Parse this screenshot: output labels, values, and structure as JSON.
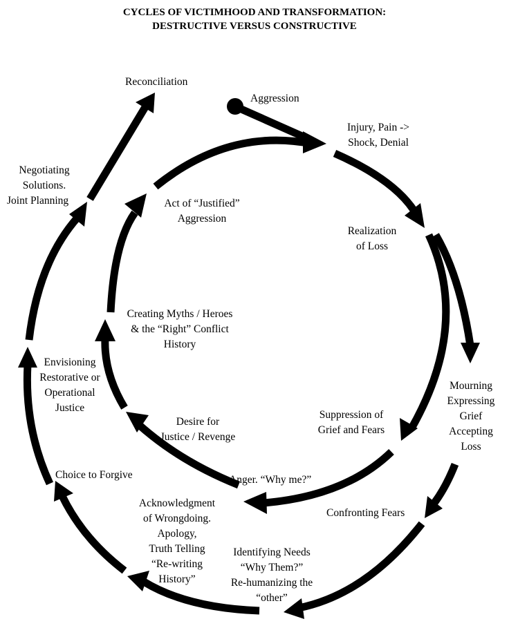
{
  "title": {
    "line1": "CYCLES OF VICTIMHOOD AND TRANSFORMATION:",
    "line2": "DESTRUCTIVE VERSUS CONSTRUCTIVE"
  },
  "nodes": {
    "aggression": "Aggression",
    "injury_1": "Injury, Pain ->",
    "injury_2": "Shock, Denial",
    "realization_1": "Realization",
    "realization_2": "of Loss",
    "mourning_1": "Mourning",
    "mourning_2": "Expressing",
    "mourning_3": "Grief",
    "mourning_4": "Accepting",
    "mourning_5": "Loss",
    "confronting": "Confronting Fears",
    "needs_1": "Identifying Needs",
    "needs_2": "“Why Them?”",
    "needs_3": "Re-humanizing the",
    "needs_4": "“other”",
    "acknowledgment_1": "Acknowledgment",
    "acknowledgment_2": "of Wrongdoing.",
    "acknowledgment_3": "Apology,",
    "acknowledgment_4": "Truth Telling",
    "acknowledgment_5": "“Re-writing",
    "acknowledgment_6": "History”",
    "forgive": "Choice to Forgive",
    "envision_1": "Envisioning",
    "envision_2": "Restorative or",
    "envision_3": "Operational",
    "envision_4": "Justice",
    "negotiating_1": "Negotiating",
    "negotiating_2": "Solutions.",
    "negotiating_3": "Joint Planning",
    "reconciliation": "Reconciliation",
    "suppression_1": "Suppression of",
    "suppression_2": "Grief and Fears",
    "anger": "Anger. “Why me?”",
    "desire_1": "Desire for",
    "desire_2": "Justice / Revenge",
    "myths_1": "Creating Myths / Heroes",
    "myths_2": "& the “Right” Conflict",
    "myths_3": "History",
    "justified_1": "Act of “Justified”",
    "justified_2": "Aggression"
  }
}
